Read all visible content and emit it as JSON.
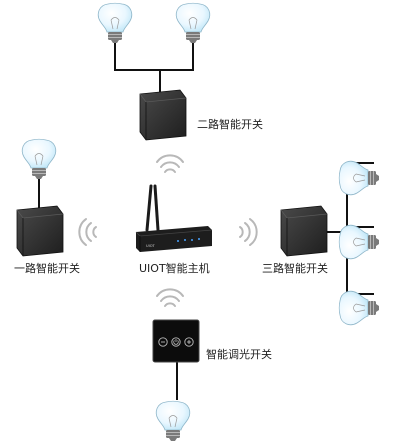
{
  "labels": {
    "dual_switch": "二路智能开关",
    "hub": "UIOT智能主机",
    "single_switch": "一路智能开关",
    "triple_switch": "三路智能开关",
    "dimmer_switch": "智能调光开关"
  },
  "hub_badge": "UIOT",
  "colors": {
    "wire": "#111111",
    "panel": "#2f2f2f",
    "panel_edge": "#111111",
    "wave": "#b8b8b8",
    "bulb_glass": "#e9f7ff",
    "bulb_glow": "#bfe6f7",
    "bulb_base": "#7a7a7a",
    "hub_body": "#1d1d1d",
    "hub_led": "#4aa3ff"
  },
  "icons": {
    "bulb": "light-bulb-icon",
    "wifi": "wireless-signal-icon",
    "switch": "wall-switch-panel-icon",
    "hub": "router-hub-icon",
    "dimmer_controls": [
      "minus-icon",
      "power-icon",
      "plus-icon"
    ]
  }
}
